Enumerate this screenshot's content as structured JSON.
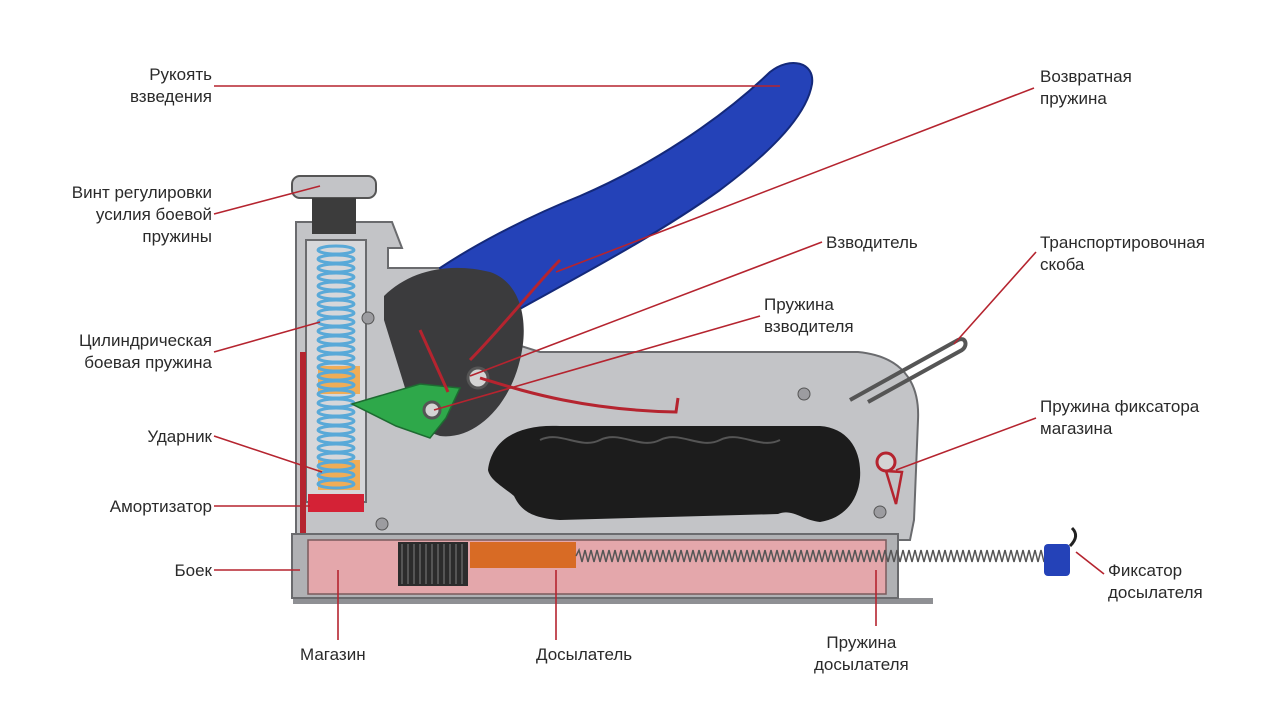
{
  "colors": {
    "leader": "#b5242f",
    "handle": "#2442b8",
    "body": "#c3c4c7",
    "body_dark": "#9a9b9e",
    "magazine": "#e4a7ab",
    "follower": "#d86b25",
    "striker": "#f0ad57",
    "spring": "#59a9d8",
    "lever": "#2ea84a",
    "damper": "#d42236",
    "black": "#1c1c1c"
  },
  "labels": {
    "cocking_handle": [
      "Рукоять",
      "взведения"
    ],
    "adjust_screw": [
      "Винт регулировки",
      "усилия боевой",
      "пружины"
    ],
    "main_spring": [
      "Цилиндрическая",
      "боевая пружина"
    ],
    "striker": [
      "Ударник"
    ],
    "damper": [
      "Амортизатор"
    ],
    "blade": [
      "Боек"
    ],
    "magazine": [
      "Магазин"
    ],
    "follower": [
      "Досылатель"
    ],
    "follower_spring": [
      "Пружина",
      "досылателя"
    ],
    "follower_lock": [
      "Фиксатор",
      "досылателя"
    ],
    "return_spring": [
      "Возвратная",
      "пружина"
    ],
    "cocker": [
      "Взводитель"
    ],
    "cocker_spring": [
      "Пружина",
      "взводителя"
    ],
    "transport_bracket": [
      "Транспортировочная",
      "скоба"
    ],
    "magazine_lock_spring": [
      "Пружина фиксатора",
      "магазина"
    ]
  }
}
